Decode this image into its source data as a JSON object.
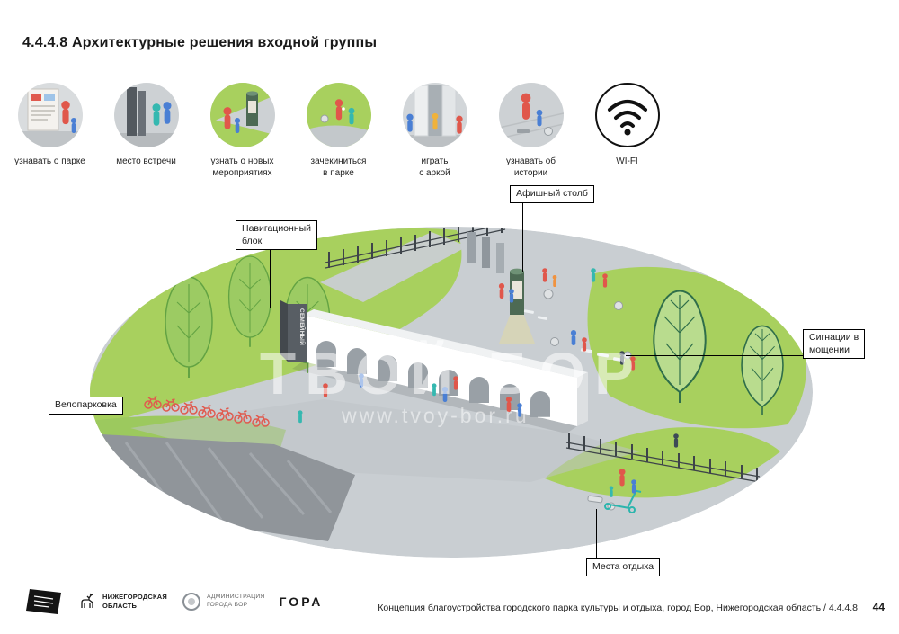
{
  "page": {
    "title": "4.4.4.8 Архитектурные решения входной группы"
  },
  "legend": {
    "items": [
      {
        "name": "park-info",
        "label": "узнавать о парке"
      },
      {
        "name": "meeting-point",
        "label": "место встречи"
      },
      {
        "name": "new-events",
        "label": "узнать о новых\nмероприятиях"
      },
      {
        "name": "check-in",
        "label": "зачекиниться\nв парке"
      },
      {
        "name": "play-arch",
        "label": "играть\nс аркой"
      },
      {
        "name": "history",
        "label": "узнавать об\nистории"
      },
      {
        "name": "wifi",
        "label": "WI-FI"
      }
    ]
  },
  "callouts": {
    "navigation_block": "Навигационный\nблок",
    "poster_column": "Афишный столб",
    "paving_signs": "Сигнации в\nмощении",
    "bike_parking": "Велопарковка",
    "rest_places": "Места отдыха"
  },
  "illustration": {
    "wall_sign": "СЕМЕЙНЫЙ",
    "watermark_line1": "ТВОЙ БОР",
    "watermark_line2": "www.tvoy-bor.ru —"
  },
  "footer": {
    "region_logo_label": "НИЖЕГОРОДСКАЯ\nОБЛАСТЬ",
    "admin_logo_label": "АДМИНИСТРАЦИЯ\nГОРОДА БОР",
    "gora_logo_label": "ГОРА",
    "text": "Концепция благоустройства городского парка культуры и отдыха, город Бор, Нижегородская область / 4.4.4.8",
    "page_number": "44"
  },
  "colors": {
    "grass": "#a8d05e",
    "paving": "#c9ced2",
    "accent_red": "#e0574b",
    "accent_blue": "#4a7fd4",
    "accent_teal": "#35b8b0",
    "tree_outline": "#2f6e4a"
  }
}
